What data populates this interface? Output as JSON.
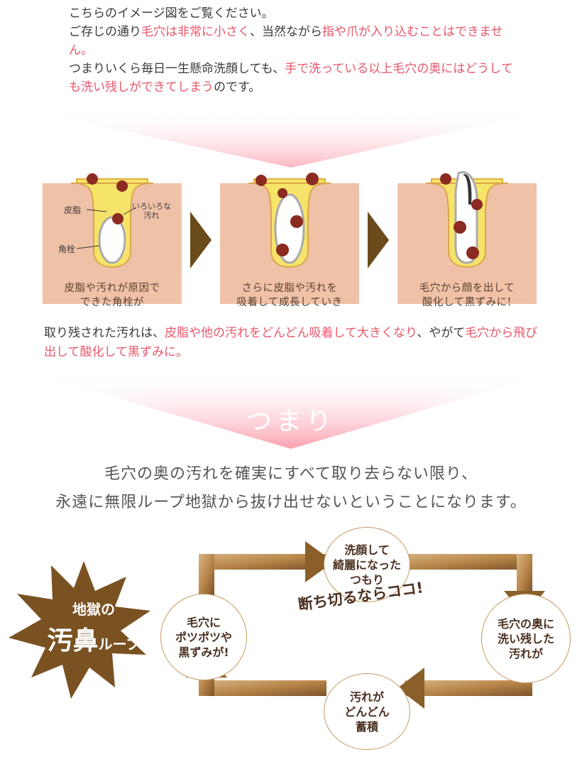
{
  "intro": {
    "line1": "こちらのイメージ図をご覧ください。",
    "line2_a": "ご存じの通り",
    "line2_b": "毛穴は非常に小さく",
    "line2_c": "、当然ながら",
    "line2_d": "指や爪が入り込むことはできません。",
    "line3_a": "つまりいくら毎日一生懸命洗顔しても、",
    "line3_b": "手で洗っている以上毛穴の奥にはどうしても洗い残しができてしまう",
    "line3_c": "のです。"
  },
  "diagram": {
    "label_sebum": "皮脂",
    "label_dirt": "いろいろな\n汚れ",
    "label_plug": "角栓",
    "panels": [
      {
        "caption_1": "皮脂や汚れが原因で",
        "caption_2": "できた角栓が"
      },
      {
        "caption_1": "さらに皮脂や汚れを",
        "caption_2": "吸着して成長していき"
      },
      {
        "caption_1": "毛穴から顔を出して",
        "caption_2": "酸化して黒ずみに!"
      }
    ]
  },
  "middle": {
    "a": "取り残された汚れは、",
    "b": "皮脂や他の汚れをどんどん吸着して大きくなり",
    "c": "、やがて",
    "d": "毛穴から飛び出して酸化して黒ずみに。"
  },
  "tsumari": "つまり",
  "conclusion": {
    "line1": "毛穴の奥の汚れを確実にすべて取り去らない限り、",
    "line2": "永遠に無限ループ地獄から抜け出せないということになります。"
  },
  "loop": {
    "badge_line1": "地獄の",
    "badge_big": "汚鼻",
    "badge_small": "ループ",
    "top": "洗顔して\n綺麗になった\nつもり",
    "right": "毛穴の奥に\n洗い残した\n汚れが",
    "bottom": "汚れが\nどんどん\n蓄積",
    "left": "毛穴に\nポツポツや\n黒ずみが!",
    "cut_here": "断ち切るならココ!"
  },
  "colors": {
    "accent_pink": "#e8566a",
    "brown": "#6b4a1c",
    "skin": "#efc2a8",
    "sebum": "#f6e36a"
  }
}
